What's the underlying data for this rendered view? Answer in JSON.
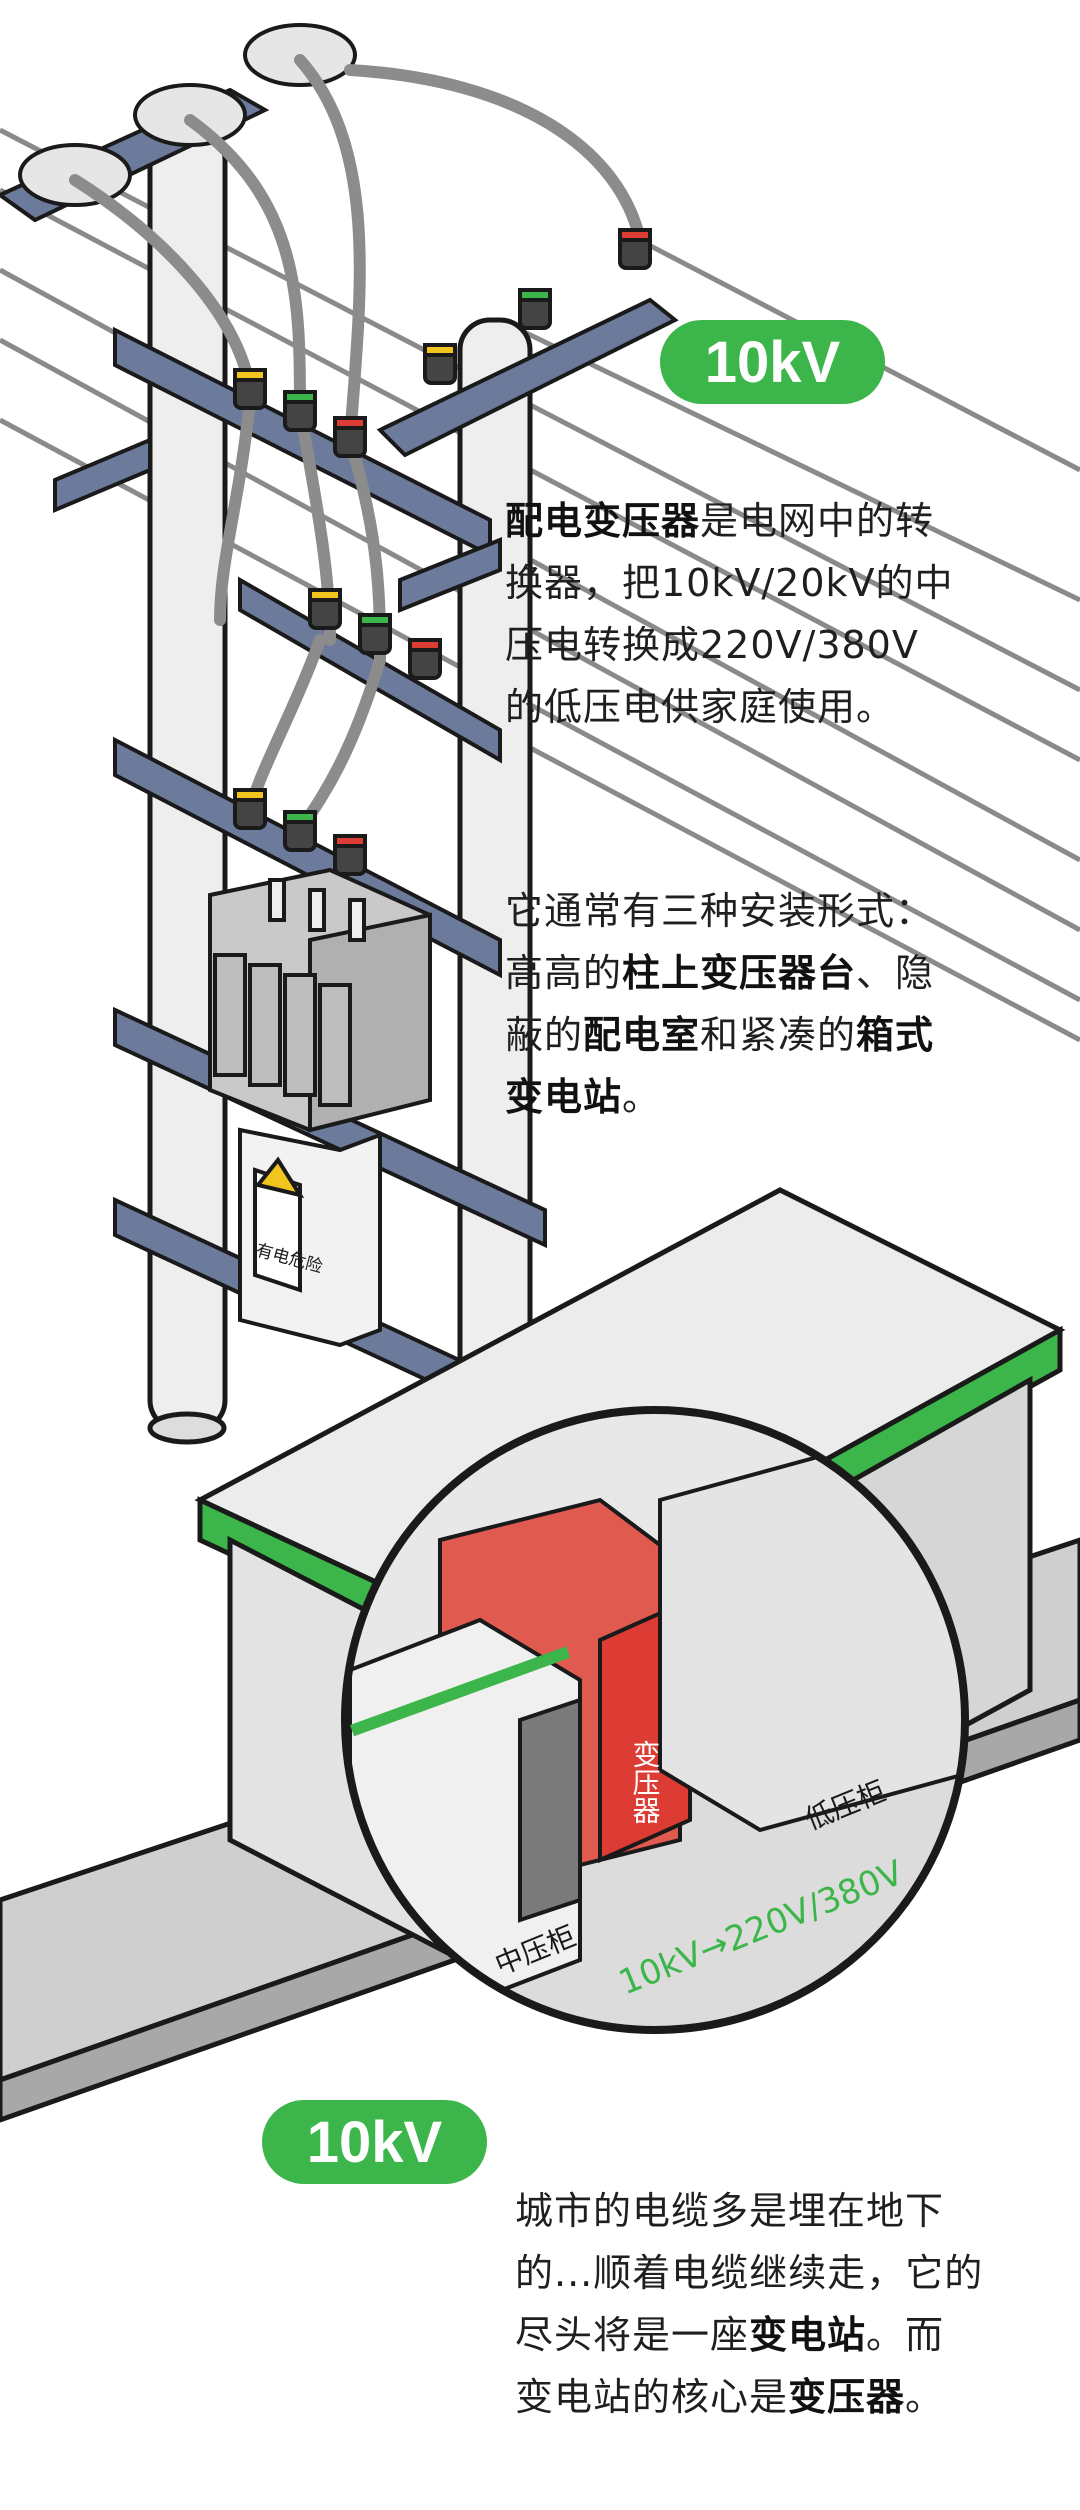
{
  "badges": {
    "top_voltage": "10kV",
    "bottom_voltage": "10kV"
  },
  "paragraph1": {
    "term": "配电变压器",
    "line1_rest": "是电网中的转",
    "line2": "换器，把10kV/20kV的中",
    "line3": "压电转换成220V/380V",
    "line4": "的低压电供家庭使用。"
  },
  "paragraph2": {
    "line1": "它通常有三种安装形式：",
    "line2_pre": "高高的",
    "term_pole": "柱上变压器台",
    "line2_post": "、隐",
    "line3_pre": "蔽的",
    "term_room": "配电室",
    "line3_mid": "和紧凑的",
    "term_box_a": "箱式",
    "term_box_b": "变电站",
    "line4_post": "。"
  },
  "paragraph3": {
    "line1": "城市的电缆多是埋在地下",
    "line2": "的...顺着电缆继续走，它的",
    "line3_pre": "尽头将是一座",
    "term_substation": "变电站",
    "line3_post": "。而",
    "line4_pre": "变电站的核心是",
    "term_transformer": "变压器",
    "line4_post": "。"
  },
  "illustration": {
    "warning_sign": "有电危险",
    "transformer_label": "变压器",
    "mv_cabinet_label": "中压柜",
    "lv_cabinet_label": "低压柜",
    "conversion_label": "10kV→220V/380V"
  },
  "colors": {
    "accent_green": "#3cb64a",
    "steel_blue": "#6c7a9c",
    "transformer_red": "#dc3c34",
    "outline": "#1a1a1a"
  }
}
